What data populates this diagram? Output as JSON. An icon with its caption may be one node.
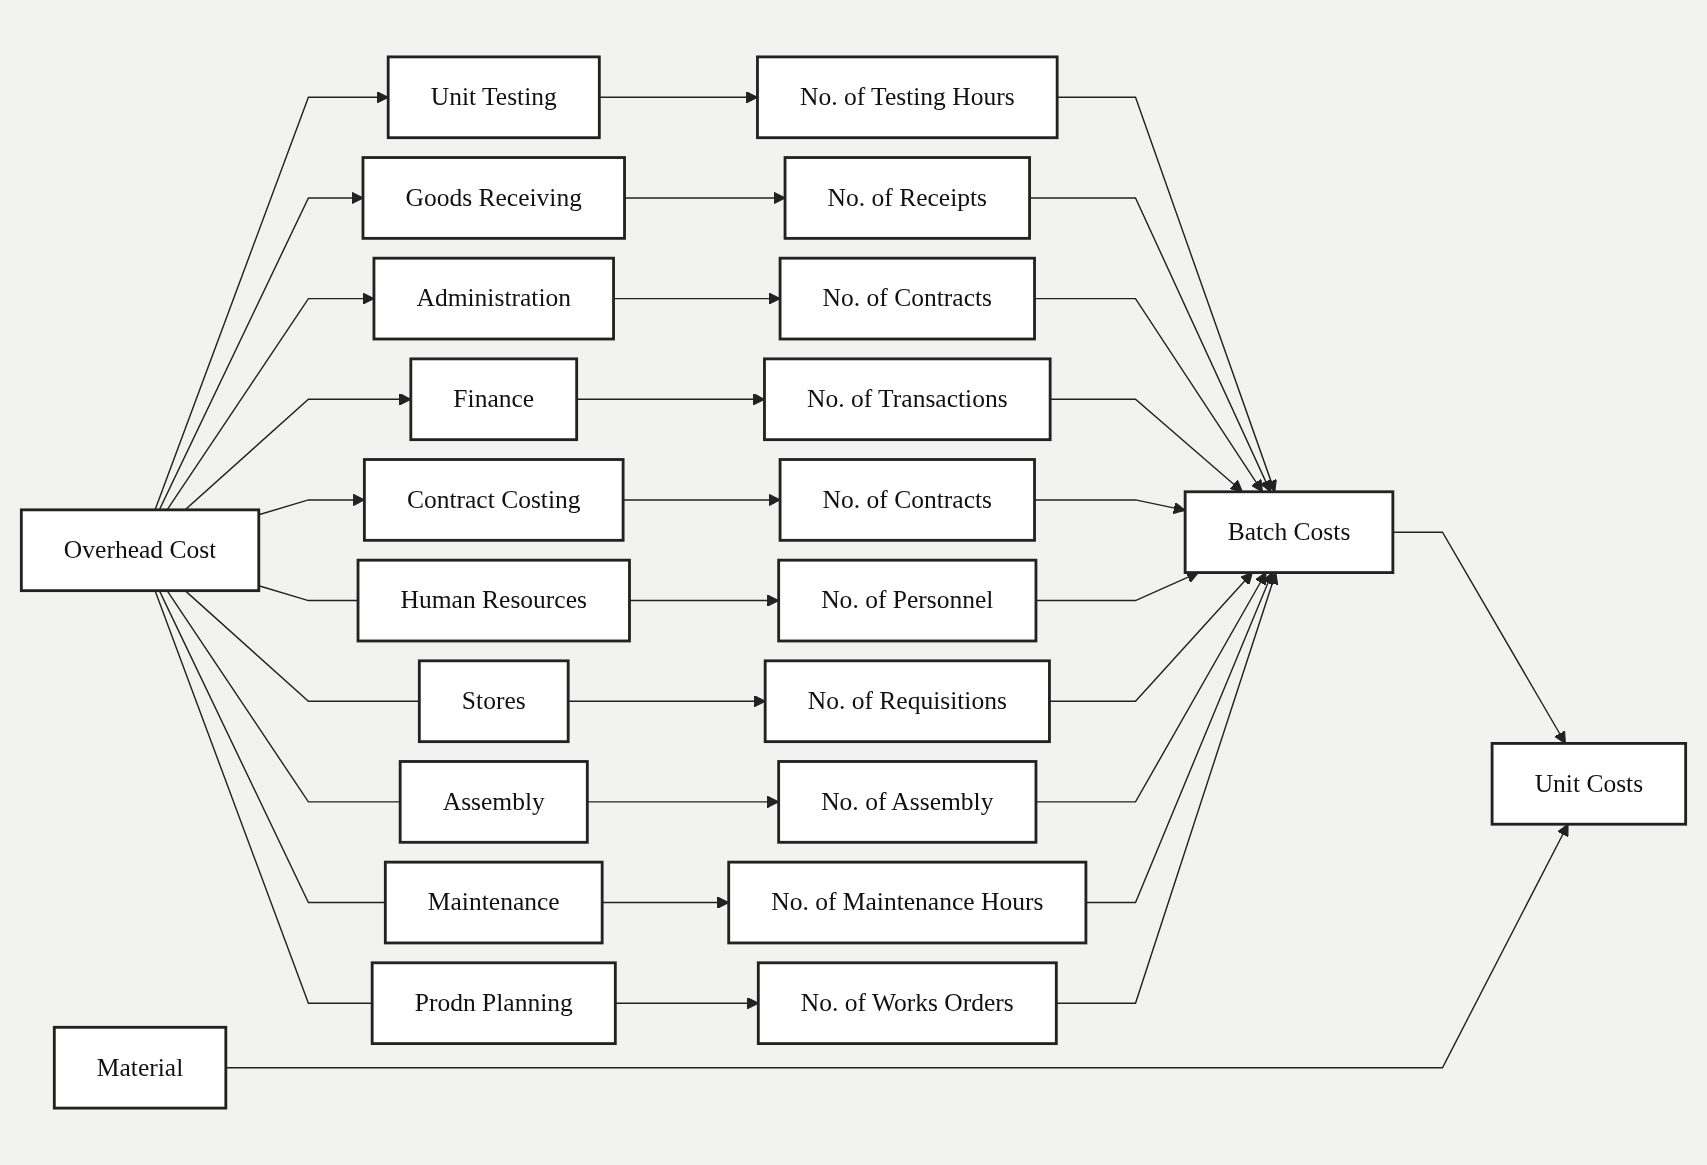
{
  "diagram": {
    "nodes": [
      {
        "text": [
          "Overhead Cost"
        ]
      },
      {
        "text": [
          "Unit Testing"
        ]
      },
      {
        "text": [
          "Goods Receiving"
        ]
      },
      {
        "text": [
          "Administration"
        ]
      },
      {
        "text": [
          "Finance"
        ]
      },
      {
        "text": [
          "Contract Costing"
        ]
      },
      {
        "text": [
          "Human Resources"
        ]
      },
      {
        "text": [
          "Stores"
        ]
      },
      {
        "text": [
          "Assembly"
        ]
      },
      {
        "text": [
          "Maintenance"
        ]
      },
      {
        "text": [
          "Prodn Planning"
        ]
      },
      {
        "text": [
          "No. of Testing Hours"
        ]
      },
      {
        "text": [
          "No. of Receipts"
        ]
      },
      {
        "text": [
          "No. of Contracts"
        ]
      },
      {
        "text": [
          "No. of Transactions"
        ]
      },
      {
        "text": [
          "No. of Contracts"
        ]
      },
      {
        "text": [
          "No. of Personnel"
        ]
      },
      {
        "text": [
          "No. of Requisitions"
        ]
      },
      {
        "text": [
          "No. of Assembly"
        ]
      },
      {
        "text": [
          "No. of Maintenance Hours"
        ]
      },
      {
        "text": [
          "No. of Works Orders"
        ]
      },
      {
        "text": [
          "Batch Costs"
        ]
      },
      {
        "text": [
          "Unit Costs"
        ]
      },
      {
        "text": [
          "Material"
        ]
      }
    ],
    "edges": [
      {
        "from": 0,
        "to": 1,
        "arrow": "to"
      },
      {
        "from": 0,
        "to": 2,
        "arrow": "to"
      },
      {
        "from": 0,
        "to": 3,
        "arrow": "to"
      },
      {
        "from": 0,
        "to": 4,
        "arrow": "to"
      },
      {
        "from": 0,
        "to": 5,
        "arrow": "to"
      },
      {
        "from": 0,
        "to": 6,
        "arrow": "none"
      },
      {
        "from": 0,
        "to": 7,
        "arrow": "none"
      },
      {
        "from": 0,
        "to": 8,
        "arrow": "none"
      },
      {
        "from": 0,
        "to": 9,
        "arrow": "none"
      },
      {
        "from": 0,
        "to": 10,
        "arrow": "none"
      },
      {
        "from": 1,
        "to": 11,
        "arrow": "to"
      },
      {
        "from": 2,
        "to": 12,
        "arrow": "to"
      },
      {
        "from": 3,
        "to": 13,
        "arrow": "to"
      },
      {
        "from": 4,
        "to": 14,
        "arrow": "to"
      },
      {
        "from": 5,
        "to": 15,
        "arrow": "to"
      },
      {
        "from": 6,
        "to": 16,
        "arrow": "to"
      },
      {
        "from": 7,
        "to": 17,
        "arrow": "to"
      },
      {
        "from": 8,
        "to": 18,
        "arrow": "to"
      },
      {
        "from": 9,
        "to": 19,
        "arrow": "to"
      },
      {
        "from": 10,
        "to": 20,
        "arrow": "to"
      },
      {
        "from": 11,
        "to": 21,
        "arrow": "to"
      },
      {
        "from": 12,
        "to": 21,
        "arrow": "to"
      },
      {
        "from": 13,
        "to": 21,
        "arrow": "to"
      },
      {
        "from": 14,
        "to": 21,
        "arrow": "to"
      },
      {
        "from": 15,
        "to": 21,
        "arrow": "to"
      },
      {
        "from": 16,
        "to": 21,
        "arrow": "to"
      },
      {
        "from": 17,
        "to": 21,
        "arrow": "to"
      },
      {
        "from": 18,
        "to": 21,
        "arrow": "to"
      },
      {
        "from": 19,
        "to": 21,
        "arrow": "to"
      },
      {
        "from": 20,
        "to": 21,
        "arrow": "to"
      },
      {
        "from": 21,
        "to": 22,
        "arrow": "to"
      },
      {
        "from": 23,
        "to": 22,
        "arrow": "to"
      }
    ]
  }
}
